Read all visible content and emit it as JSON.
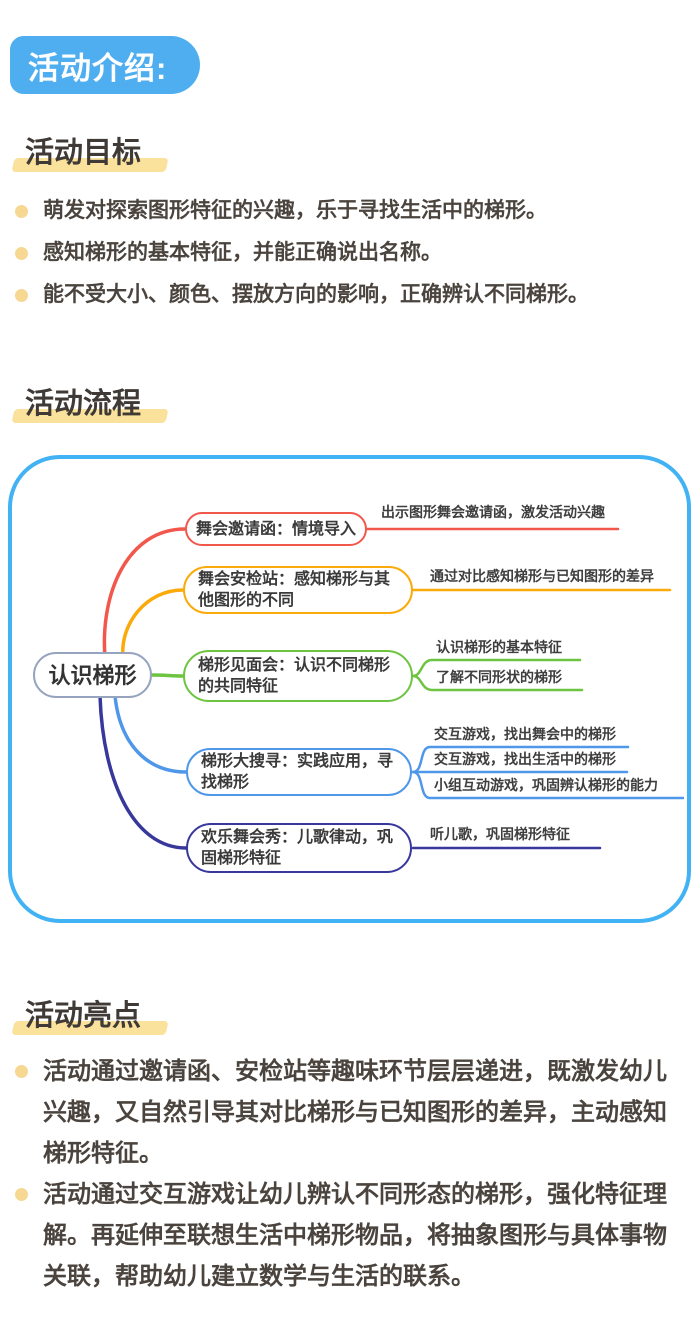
{
  "header": {
    "badge_label": "活动介绍:"
  },
  "sections": {
    "goals": {
      "title": "活动目标",
      "items": [
        "萌发对探索图形特征的兴趣，乐于寻找生活中的梯形。",
        "感知梯形的基本特征，并能正确说出名称。",
        "能不受大小、颜色、摆放方向的影响，正确辨认不同梯形。"
      ]
    },
    "process": {
      "title": "活动流程"
    },
    "highlights": {
      "title": "活动亮点",
      "items": [
        "活动通过邀请函、安检站等趣味环节层层递进，既激发幼儿兴趣，又自然引导其对比梯形与已知图形的差异，主动感知梯形特征。",
        "活动通过交互游戏让幼儿辨认不同形态的梯形，强化特征理解。再延伸至联想生活中梯形物品，将抽象图形与具体事物关联，帮助幼儿建立数学与生活的联系。"
      ]
    }
  },
  "mindmap": {
    "root": "认识梯形",
    "branches": [
      {
        "color": "#F2574C",
        "node": "舞会邀请函：情境导入",
        "leaves": [
          "出示图形舞会邀请函，激发活动兴趣"
        ]
      },
      {
        "color": "#FBAA0C",
        "node": "舞会安检站：感知梯形与其他图形的不同",
        "leaves": [
          "通过对比感知梯形与已知图形的差异"
        ]
      },
      {
        "color": "#6CC440",
        "node": "梯形见面会：认识不同梯形的共同特征",
        "leaves": [
          "认识梯形的基本特征",
          "了解不同形状的梯形"
        ]
      },
      {
        "color": "#4E97E9",
        "node": "梯形大搜寻：实践应用，寻找梯形",
        "leaves": [
          "交互游戏，找出舞会中的梯形",
          "交互游戏，找出生活中的梯形",
          "小组互动游戏，巩固辨认梯形的能力"
        ]
      },
      {
        "color": "#37379C",
        "node": "欢乐舞会秀：儿歌律动，巩固梯形特征",
        "leaves": [
          "听儿歌，巩固梯形特征"
        ]
      }
    ]
  },
  "colors": {
    "badge_bg": "#4FAEEF",
    "map_border": "#41B2F3",
    "highlight_bar": "#FAE19C",
    "bullet_dot": "#F6D893",
    "body_text": "#4B443E",
    "heading_text": "#403A36",
    "root_node_border": "#97A4BF"
  }
}
